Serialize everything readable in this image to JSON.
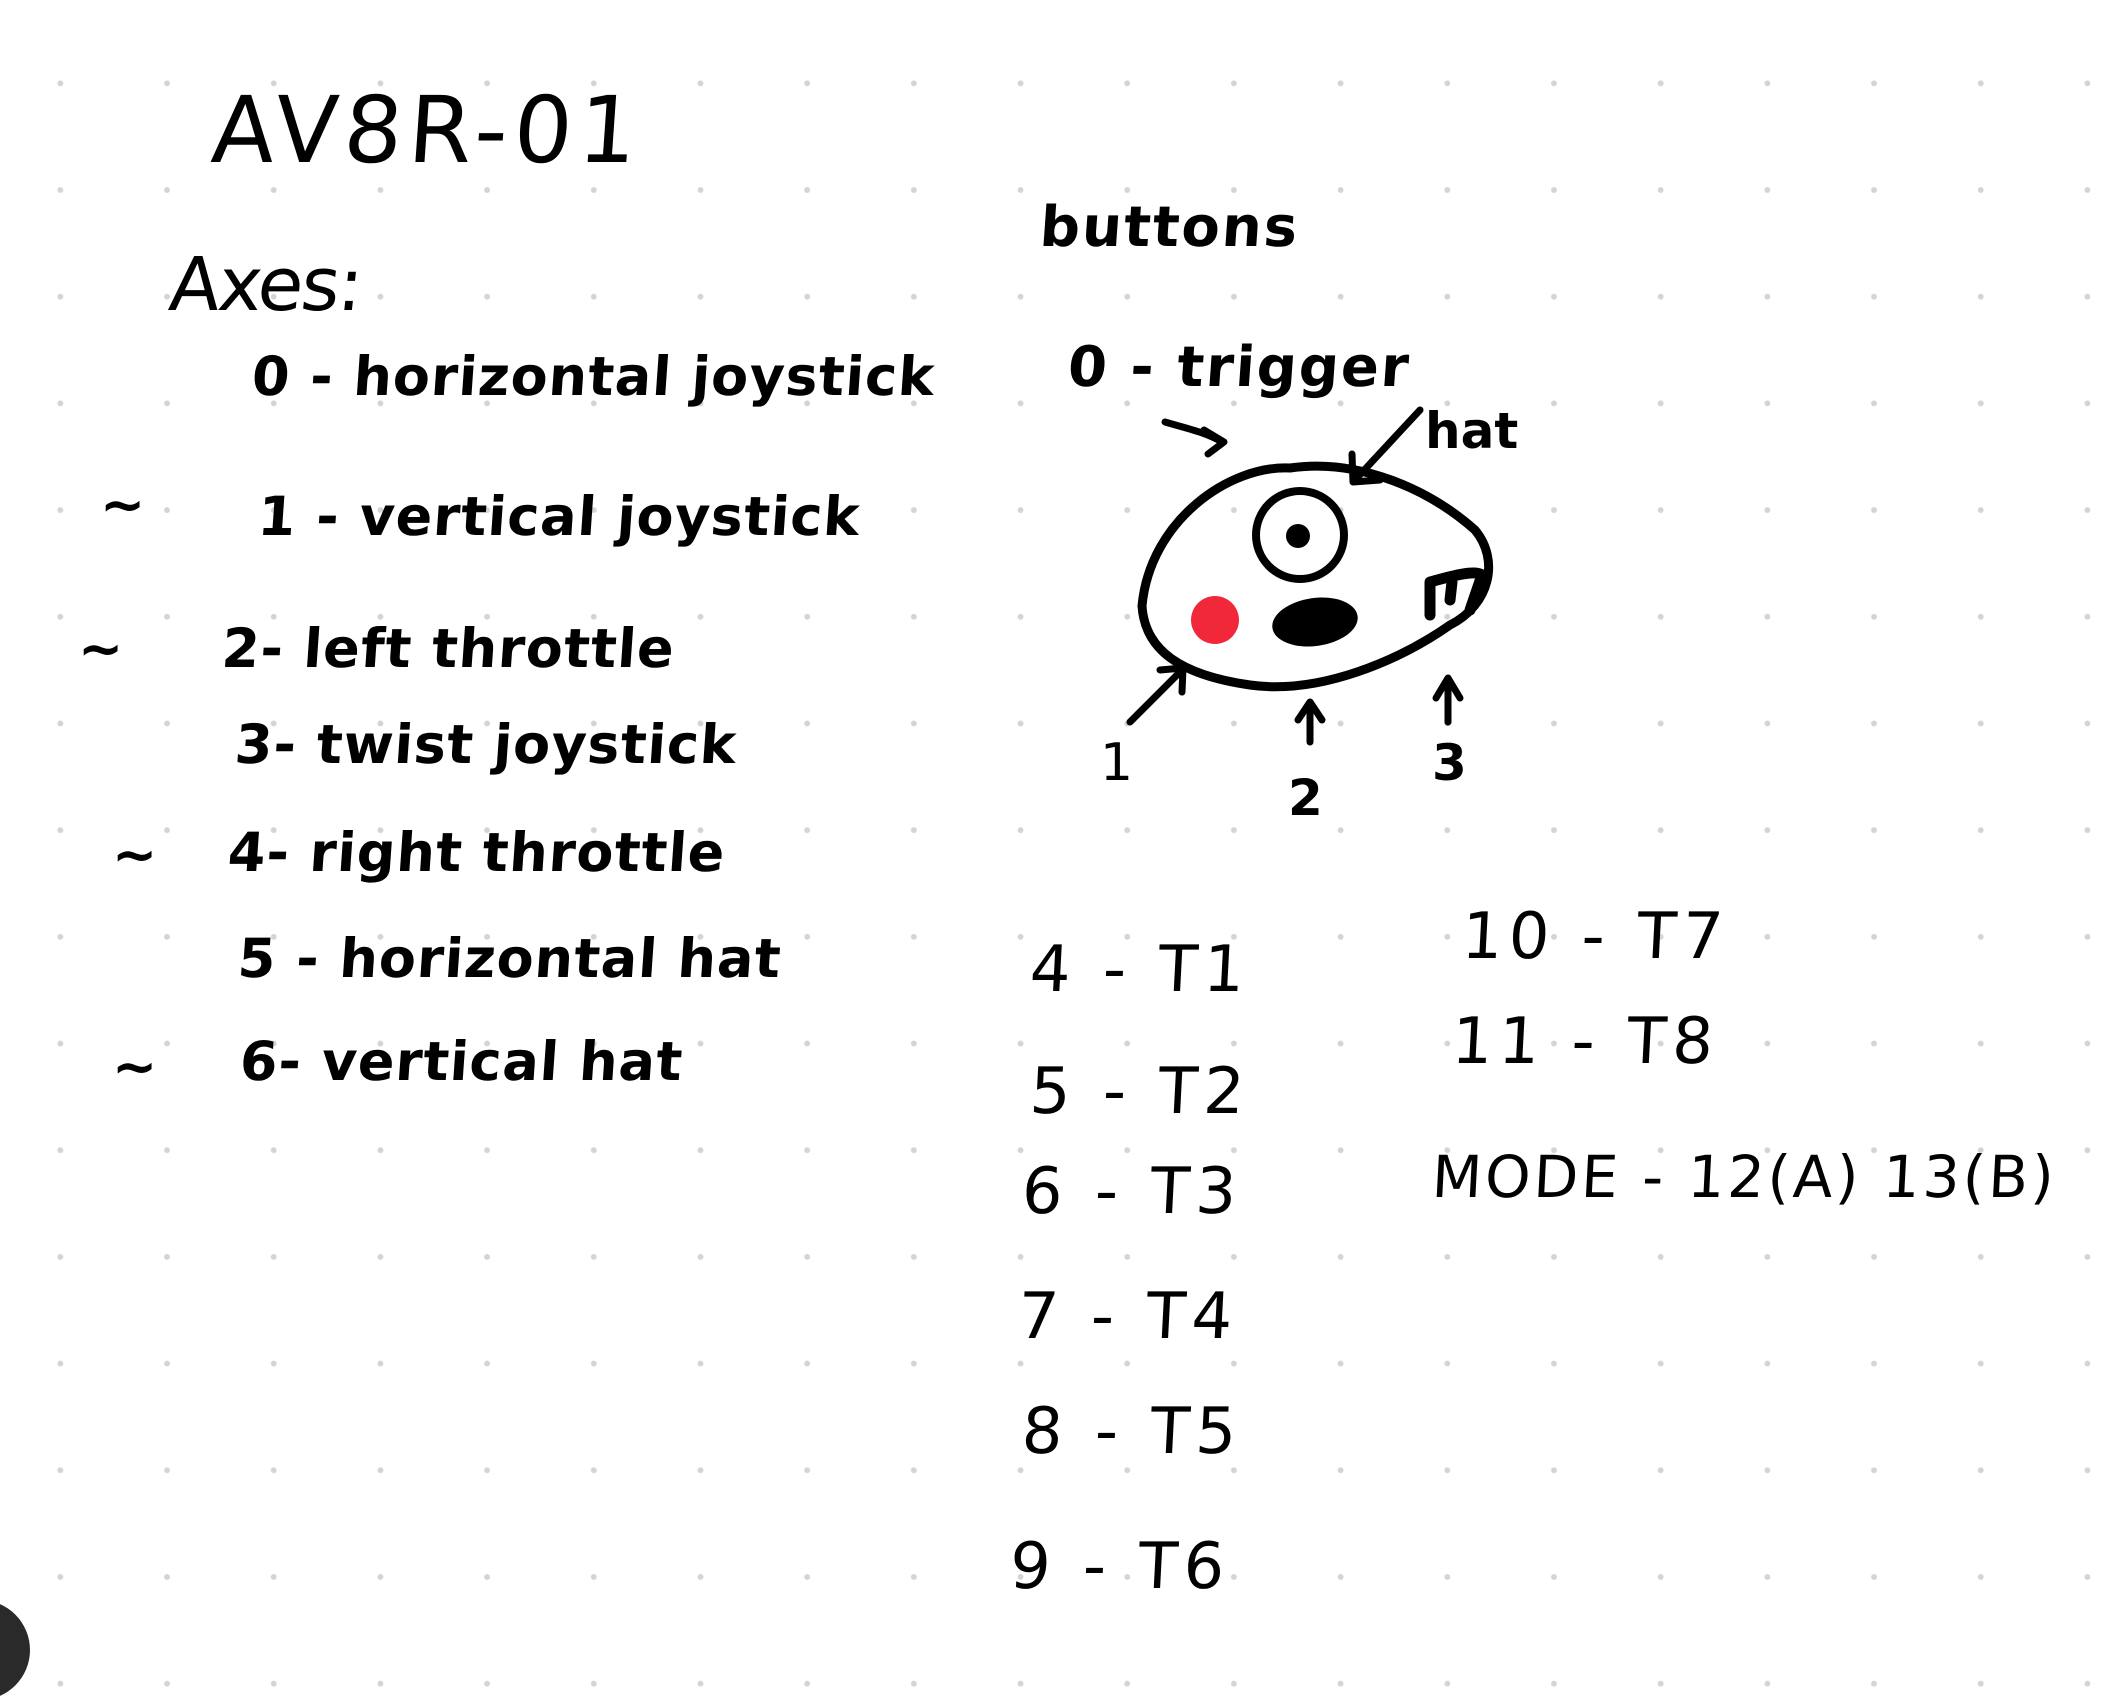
{
  "title": "AV8R-01",
  "axes": {
    "heading": "Axes:",
    "items": [
      {
        "marker": "",
        "label": "0 - horizontal joystick"
      },
      {
        "marker": "~",
        "label": "1 - vertical joystick"
      },
      {
        "marker": "~",
        "label": "2- left throttle"
      },
      {
        "marker": "",
        "label": "3- twist joystick"
      },
      {
        "marker": "~",
        "label": "4- right throttle"
      },
      {
        "marker": "",
        "label": "5 - horizontal hat"
      },
      {
        "marker": "~",
        "label": "6- vertical hat"
      }
    ]
  },
  "buttons": {
    "heading": "buttons",
    "trigger_label": "0 - trigger",
    "diagram": {
      "hat_label": "hat",
      "label_1": "1",
      "label_2": "2",
      "label_3": "3",
      "colors": {
        "red_button": "#f0283a",
        "ink": "#000000"
      }
    },
    "left_column": [
      "4 - T1",
      "5 - T2",
      "6 - T3",
      "7 - T4",
      "8 - T5",
      "9 - T6"
    ],
    "right_column": [
      "10 - T7",
      "11 - T8"
    ],
    "mode": "MODE - 12(A) 13(B)"
  }
}
